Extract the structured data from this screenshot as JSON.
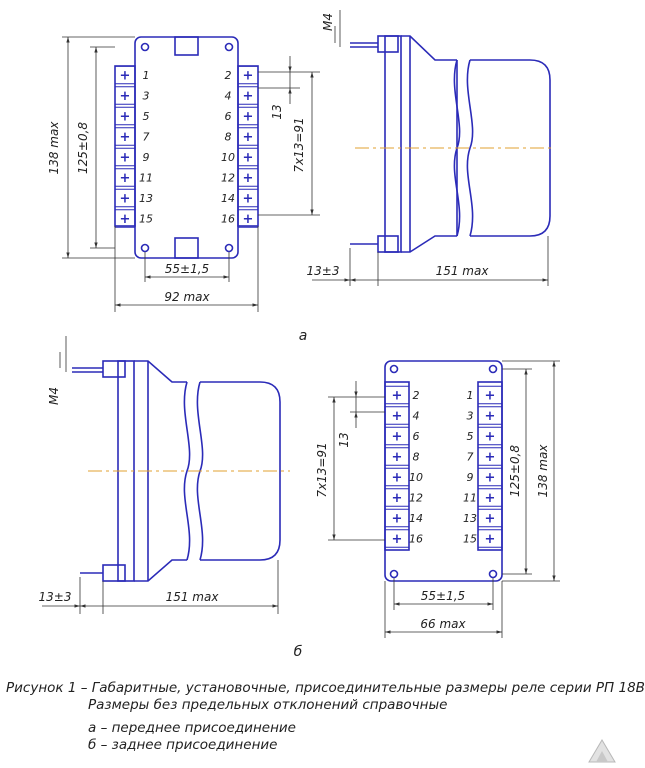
{
  "view_a": {
    "label": "а",
    "thread": "M4",
    "dim_length": "151 max",
    "dim_offset": "13±3",
    "dim_height_max": "138 max",
    "dim_height_tol": "125±0,8",
    "dim_width_max": "92 max",
    "dim_width_tol": "55±1,5",
    "dim_pitch": "13",
    "dim_span": "7x13=91",
    "pins_left": [
      "1",
      "3",
      "5",
      "7",
      "9",
      "11",
      "13",
      "15"
    ],
    "pins_right": [
      "2",
      "4",
      "6",
      "8",
      "10",
      "12",
      "14",
      "16"
    ]
  },
  "view_b": {
    "label": "б",
    "thread": "M4",
    "dim_length": "151 max",
    "dim_offset": "13±3",
    "dim_height_max": "138 max",
    "dim_height_tol": "125±0,8",
    "dim_width_max": "66 max",
    "dim_width_tol": "55±1,5",
    "dim_pitch": "13",
    "dim_span": "7x13=91",
    "pins_left": [
      "2",
      "4",
      "6",
      "8",
      "10",
      "12",
      "14",
      "16"
    ],
    "pins_right": [
      "1",
      "3",
      "5",
      "7",
      "9",
      "11",
      "13",
      "15"
    ]
  },
  "caption": {
    "line1": "Рисунок 1 – Габаритные, установочные, присоединительные размеры реле серии РП 18В",
    "line2": "Размеры без предельных отклонений справочные",
    "line3": "а – переднее присоединение",
    "line4": "б – заднее присоединение"
  },
  "colors": {
    "outline": "#2b2bb8",
    "dimension": "#333333",
    "axis": "#e0a030"
  },
  "icons": {
    "pin": "plus-sign",
    "hole": "mounting-hole",
    "logo": "watermark-logo"
  }
}
